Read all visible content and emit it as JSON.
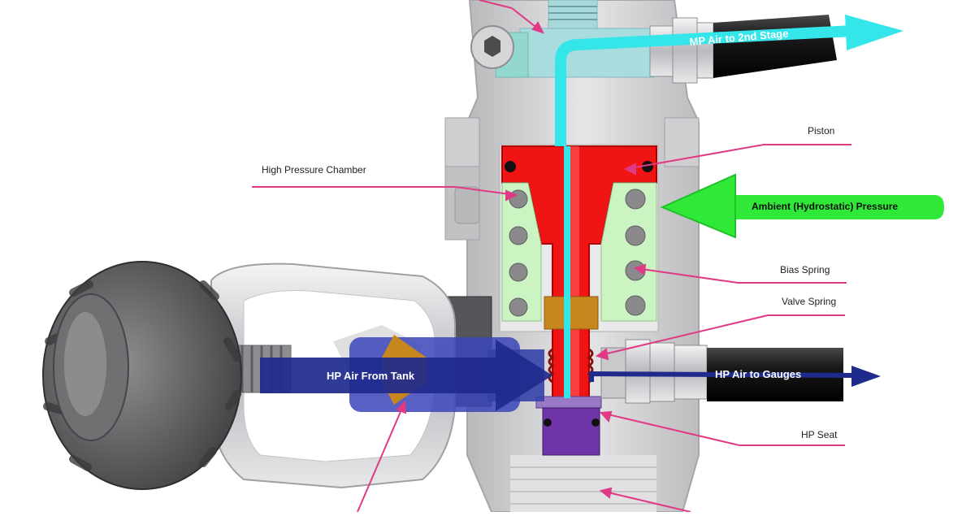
{
  "labels": {
    "piston": "Piston",
    "high_pressure_chamber": "High Pressure Chamber",
    "bias_spring": "Bias Spring",
    "valve_spring": "Valve Spring",
    "hp_seat": "HP Seat"
  },
  "flows": {
    "mp_air": "MP Air to 2nd Stage",
    "ambient": "Ambient (Hydrostatic) Pressure",
    "hp_from_tank": "HP Air From Tank",
    "hp_to_gauges": "HP Air to Gauges"
  },
  "colors": {
    "body": "#d4d4d6",
    "piston": "#f01414",
    "spring_block": "#ccf3c2",
    "mp_air": "#34e5ea",
    "ambient": "#30e838",
    "hp_air": "#1e2a8c",
    "hp_seat": "#6f35a8",
    "knob": "#555658",
    "leader": "#e03a86",
    "brass": "#c8861e"
  },
  "icons": [
    "yoke-knob-icon",
    "hose-fitting-icon"
  ]
}
